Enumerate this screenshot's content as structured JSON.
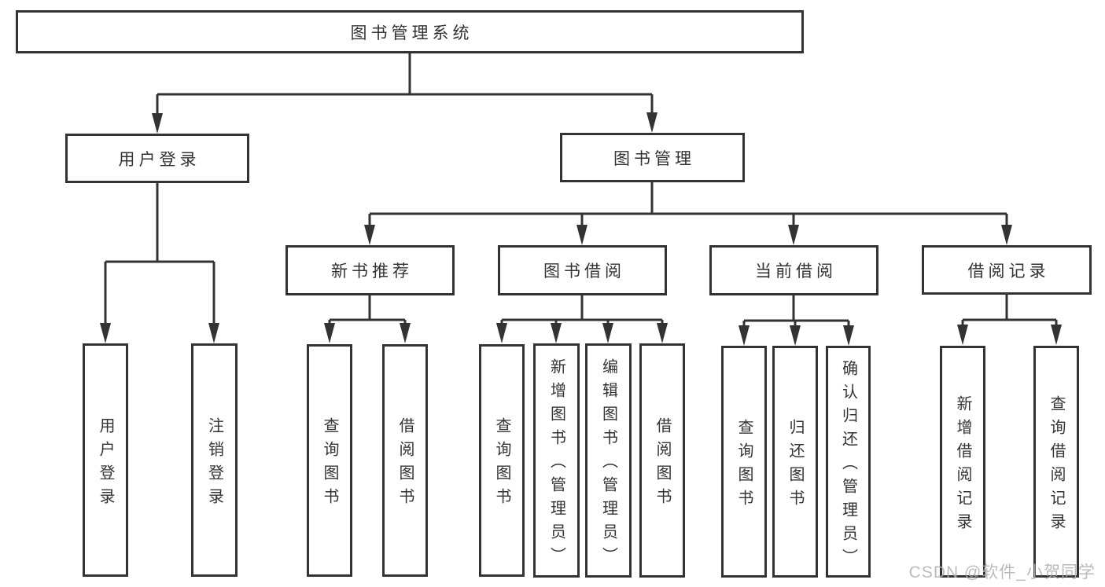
{
  "colors": {
    "line": "#333333",
    "text": "#333333",
    "watermark": "#b0b0b0",
    "background": "#ffffff"
  },
  "watermark": "CSDN @软件_小贺同学",
  "diagram": {
    "title": "图书管理系统",
    "branches": {
      "user_login": {
        "label": "用户登录",
        "children": {
          "login": "用户登录",
          "logout": "注销登录"
        }
      },
      "book_mgmt": {
        "label": "图书管理",
        "sections": {
          "new_book": {
            "label": "新书推荐",
            "children": {
              "query_book": "查询图书",
              "borrow_book": "借阅图书"
            }
          },
          "book_borrow": {
            "label": "图书借阅",
            "children": {
              "query_book": "查询图书",
              "add_book": "新增图书（管理员）",
              "edit_book": "编辑图书（管理员）",
              "borrow_book": "借阅图书"
            }
          },
          "current_borrow": {
            "label": "当前借阅",
            "children": {
              "query_book": "查询图书",
              "return_book": "归还图书",
              "confirm_return": "确认归还（管理员）"
            }
          },
          "borrow_records": {
            "label": "借阅记录",
            "children": {
              "add_record": "新增借阅记录",
              "query_record": "查询借阅记录"
            }
          }
        }
      }
    }
  }
}
